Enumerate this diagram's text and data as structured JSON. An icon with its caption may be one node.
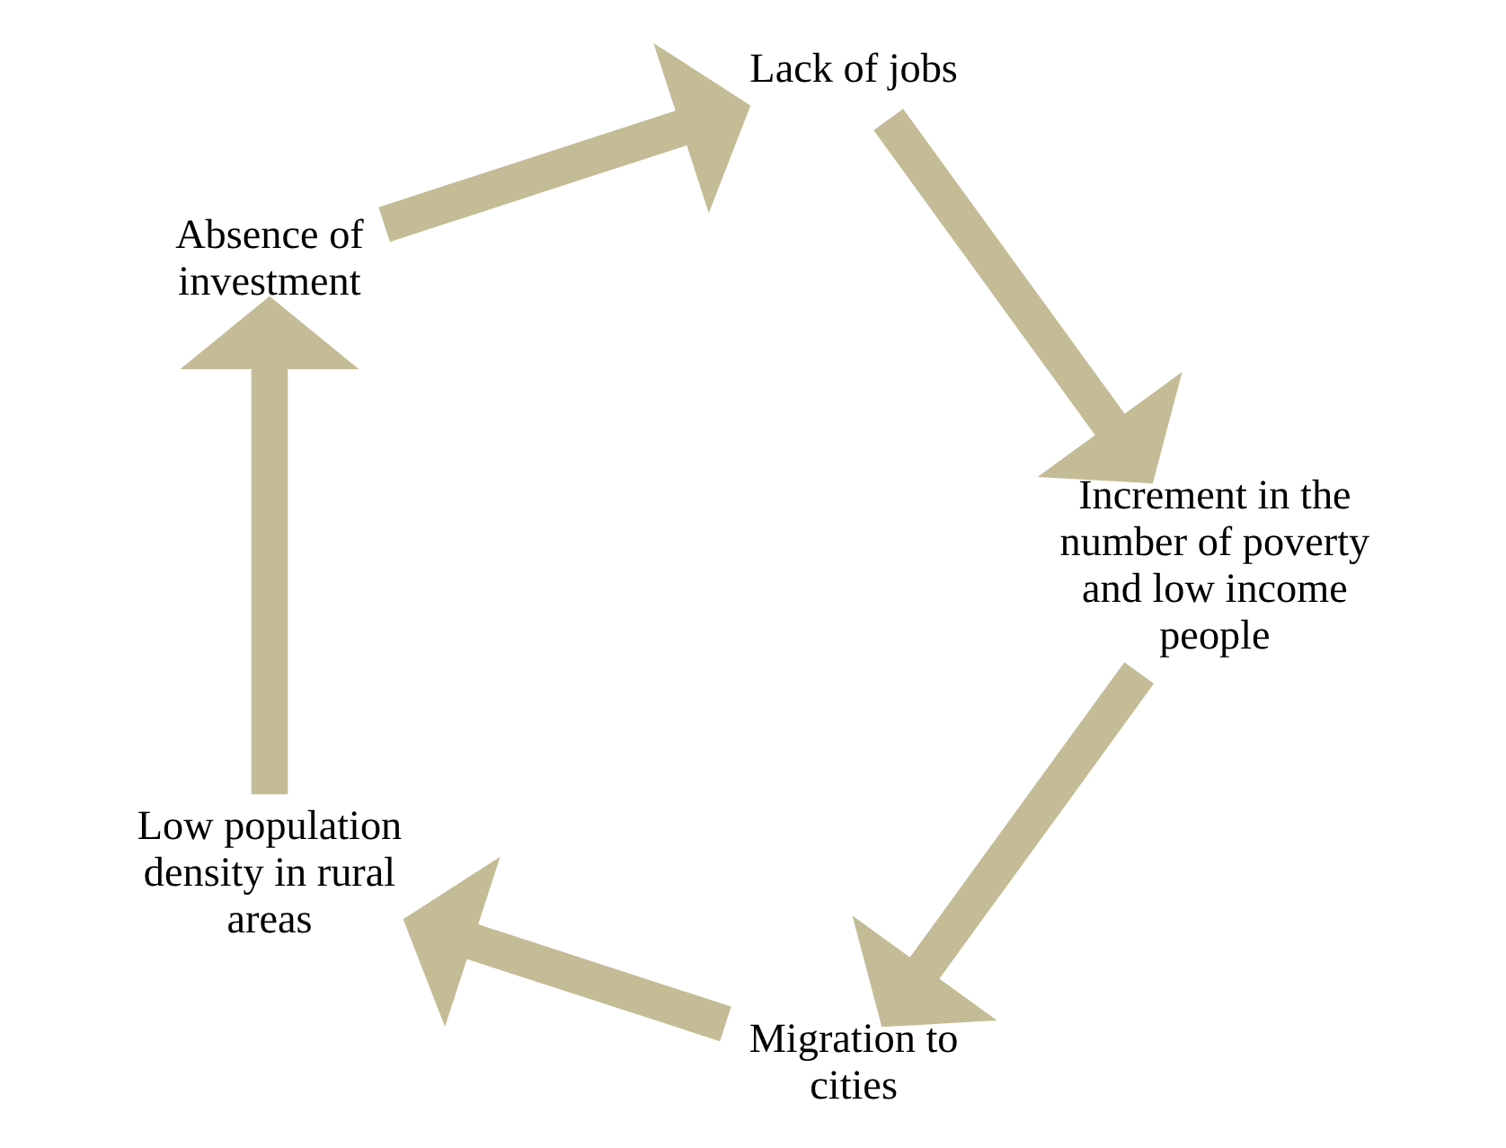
{
  "diagram": {
    "nodes": [
      {
        "text": [
          "Migration to cities"
        ]
      },
      {
        "text": [
          "Low population density in rural areas"
        ]
      },
      {
        "text": [
          "Absence of investment"
        ]
      },
      {
        "text": [
          "Lack of jobs"
        ]
      },
      {
        "text": [
          "Increment in the number of poverty and low income people"
        ]
      }
    ],
    "edges": [
      {
        "from": 0,
        "to": 1,
        "arrow": "to"
      },
      {
        "from": 1,
        "to": 2,
        "arrow": "to"
      },
      {
        "from": 2,
        "to": 3,
        "arrow": "to"
      },
      {
        "from": 3,
        "to": 4,
        "arrow": "to"
      },
      {
        "from": 4,
        "to": 0,
        "arrow": "to"
      }
    ]
  }
}
